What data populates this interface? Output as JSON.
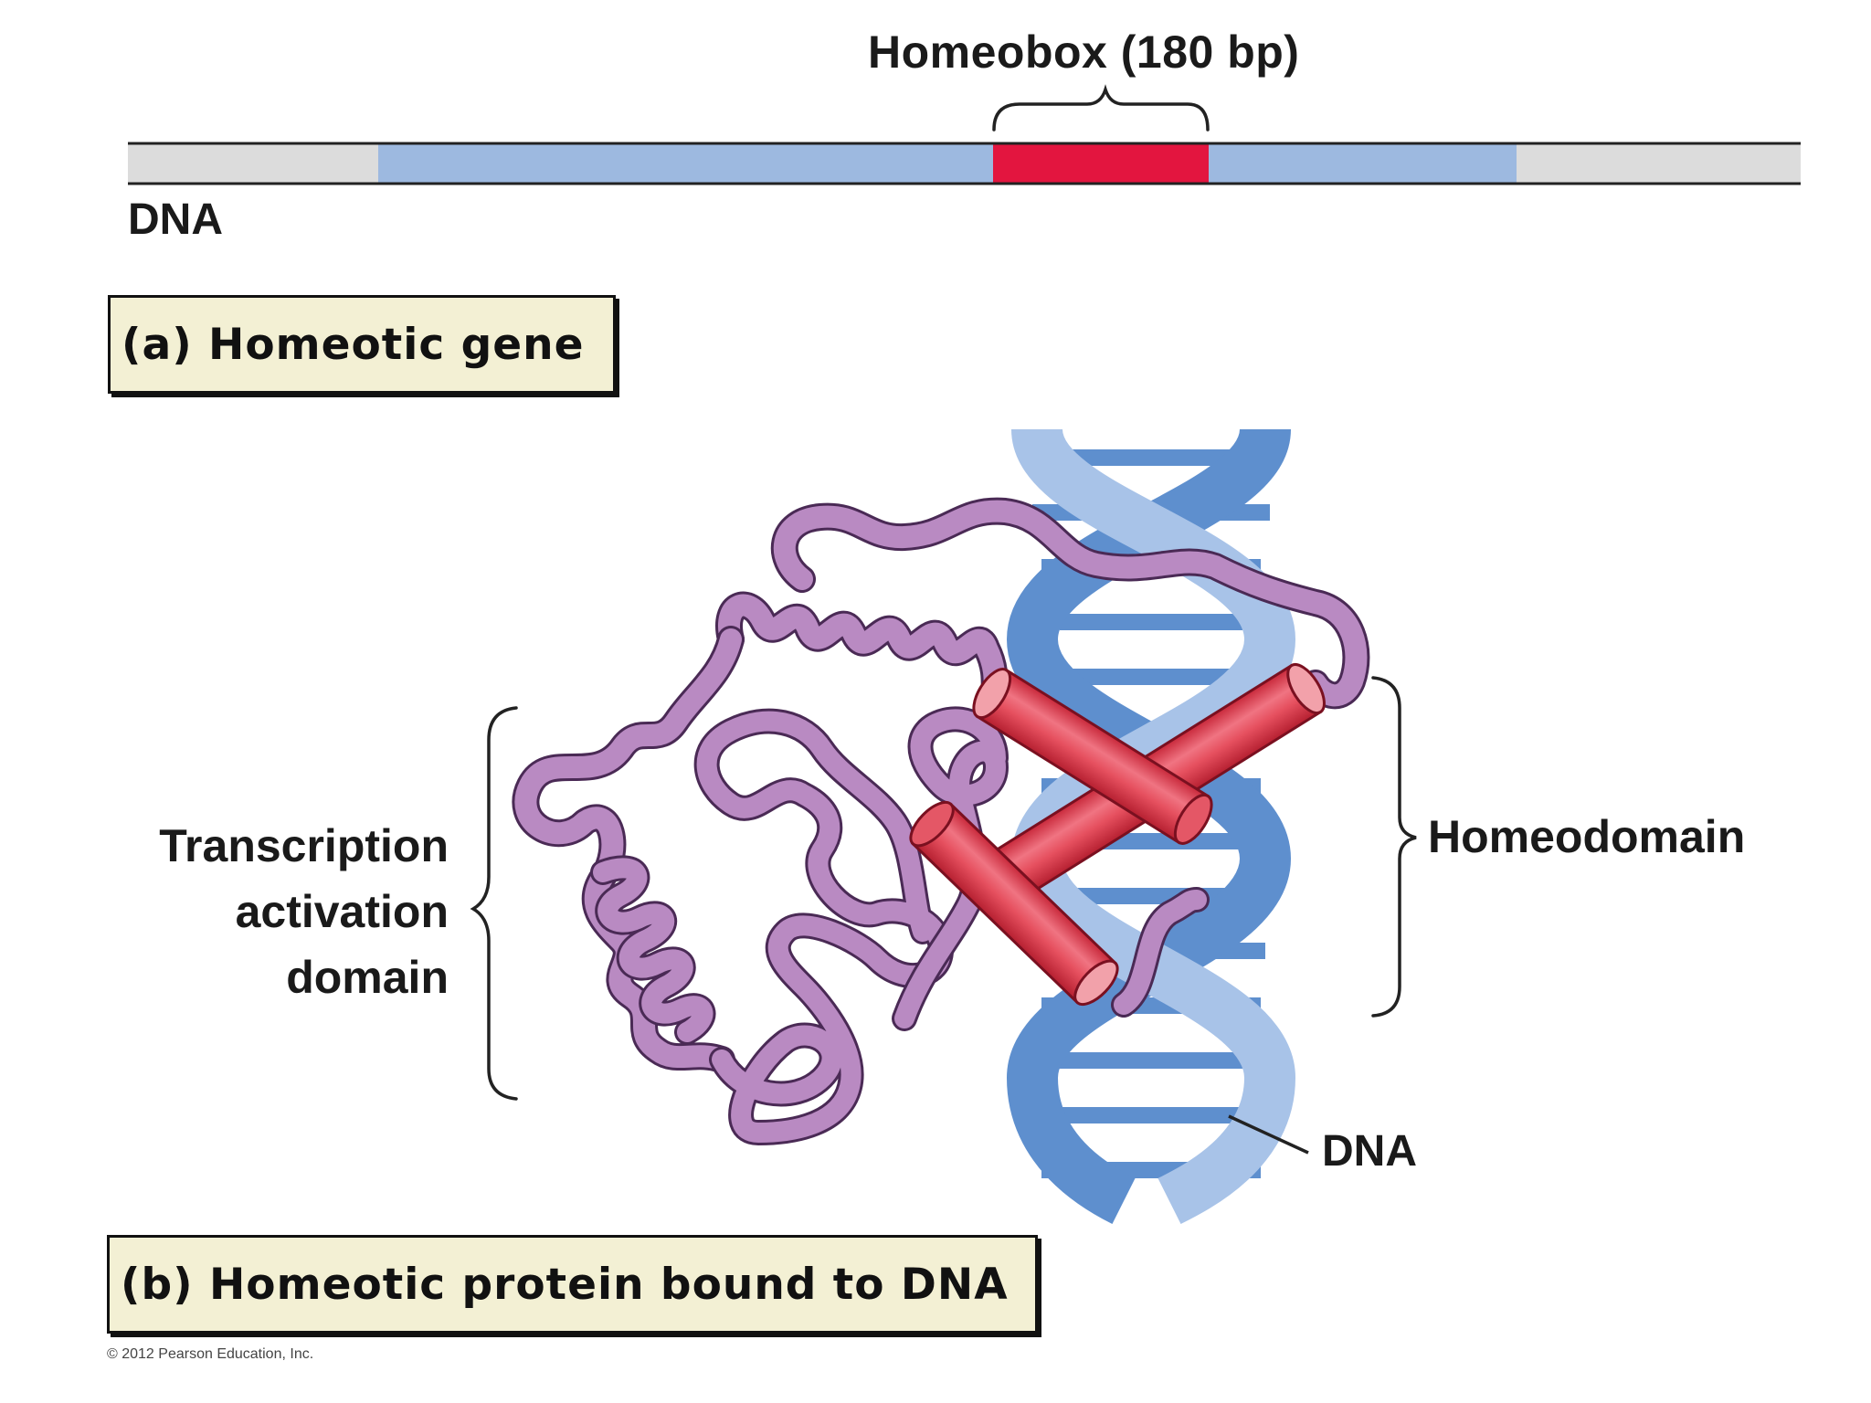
{
  "gene_diagram": {
    "homeobox_label": "Homeobox (180 bp)",
    "dna_label": "DNA",
    "panel_label": "(a) Homeotic gene"
  },
  "protein_diagram": {
    "activation_domain_label": [
      "Transcription",
      "activation",
      "domain"
    ],
    "homeodomain_label": "Homeodomain",
    "dna_label": "DNA",
    "panel_label": "(b) Homeotic protein bound to DNA"
  },
  "copyright": "© 2012 Pearson Education, Inc.",
  "colors": {
    "flank_grey": "#dcdcdc",
    "coding_blue": "#9db9e0",
    "homeobox_red": "#e3153f",
    "helix_dark_blue": "#5e8fce",
    "helix_light_blue": "#a8c3e8",
    "protein_purple": "#b98ac2",
    "alpha_helix_red": "#e6505f",
    "panel_fill": "#f3f0d4"
  }
}
